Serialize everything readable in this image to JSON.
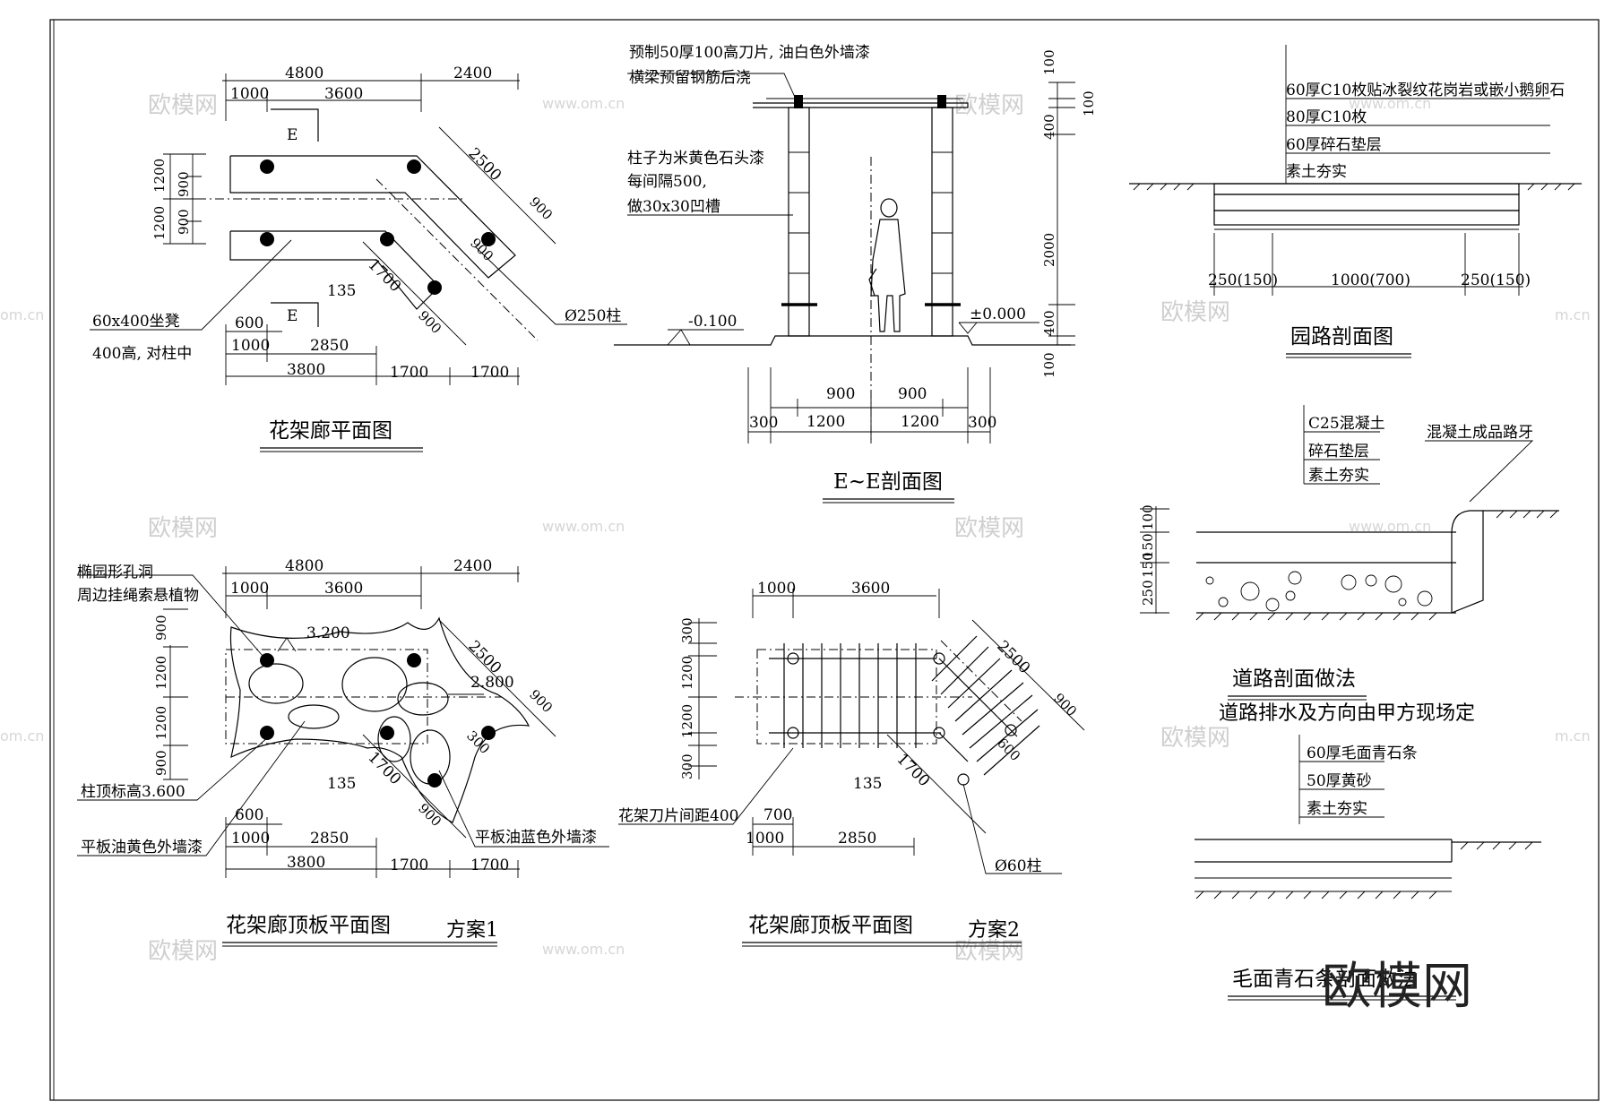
{
  "plan": {
    "title": "花架廊平面图",
    "dims": {
      "d4800": "4800",
      "d2400": "2400",
      "d1000": "1000",
      "d3600": "3600",
      "d1200a": "1200",
      "d900a": "900",
      "d900b": "900",
      "d1200b": "1200",
      "d2500": "2500",
      "d900c": "900",
      "d900d": "900",
      "d900e": "900",
      "d135": "135",
      "d1700a": "1700",
      "d600": "600",
      "d1000b": "1000",
      "d2850": "2850",
      "d3800": "3800",
      "d1700b": "1700",
      "d1700c": "1700"
    },
    "section_mark": "E",
    "bench_note1": "60x400坐凳",
    "bench_note2": "400高, 对柱中",
    "column_note": "Ø250柱"
  },
  "section": {
    "title": "E~E剖面图",
    "note1": "预制50厚100高刀片, 油白色外墙漆",
    "note2": "横梁预留钢筋后浇",
    "note3": "柱子为米黄色石头漆",
    "note4": "每间隔500,",
    "note5": "做30x30凹槽",
    "level_left": "-0.100",
    "level_right": "±0.000",
    "vdims": [
      "100",
      "100",
      "400",
      "2000",
      "400",
      "100"
    ],
    "d900a": "900",
    "d900b": "900",
    "d300a": "300",
    "d1200a": "1200",
    "d1200b": "1200",
    "d300b": "300"
  },
  "garden_path": {
    "title": "园路剖面图",
    "layers": [
      "60厚C10枚贴冰裂纹花岗岩或嵌小鹅卵石",
      "80厚C10枚",
      "60厚碎石垫层",
      "素土夯实"
    ],
    "d_left": "250(150)",
    "d_mid": "1000(700)",
    "d_right": "250(150)"
  },
  "road": {
    "title": "道路剖面做法",
    "subtitle": "道路排水及方向由甲方现场定",
    "layers": [
      "C25混凝土",
      "碎石垫层",
      "素土夯实"
    ],
    "curb_note": "混凝土成品路牙",
    "vdims": [
      "100",
      "150",
      "150",
      "250"
    ]
  },
  "stone": {
    "title": "毛面青石条剖面做法",
    "layers": [
      "60厚毛面青石条",
      "50厚黄砂",
      "素土夯实"
    ]
  },
  "roof1": {
    "title": "花架廊顶板平面图",
    "scheme": "方案1",
    "note_hole1": "椭园形孔洞",
    "note_hole2": "周边挂绳索悬植物",
    "elev1": "3.200",
    "elev2": "2.800",
    "note_top": "柱顶标高3.600",
    "note_yellow": "平板油黄色外墙漆",
    "note_blue": "平板油蓝色外墙漆",
    "dims": {
      "d4800": "4800",
      "d2400": "2400",
      "d1000": "1000",
      "d3600": "3600",
      "d900a": "900",
      "d1200a": "1200",
      "d1200b": "1200",
      "d900b": "900",
      "d2500": "2500",
      "d900c": "900",
      "d300": "300",
      "d135": "135",
      "d1700a": "1700",
      "d900d": "900",
      "d600": "600",
      "d1000b": "1000",
      "d2850": "2850",
      "d3800": "3800",
      "d1700b": "1700",
      "d1700c": "1700"
    }
  },
  "roof2": {
    "title": "花架廊顶板平面图",
    "scheme": "方案2",
    "note_blade": "花架刀片间距400",
    "note_col": "Ø60柱",
    "dims": {
      "d1000": "1000",
      "d3600": "3600",
      "d300a": "300",
      "d1200a": "1200",
      "d1200b": "1200",
      "d300b": "300",
      "d2500": "2500",
      "d900": "900",
      "d600": "600",
      "d135": "135",
      "d1700": "1700",
      "d700": "700",
      "d1000b": "1000",
      "d2850": "2850"
    }
  },
  "watermarks": {
    "logo": "欧模网",
    "url": "www.om.cn",
    "url2": "om.cn",
    "url3": "m.cn",
    "big": "欧模网"
  }
}
